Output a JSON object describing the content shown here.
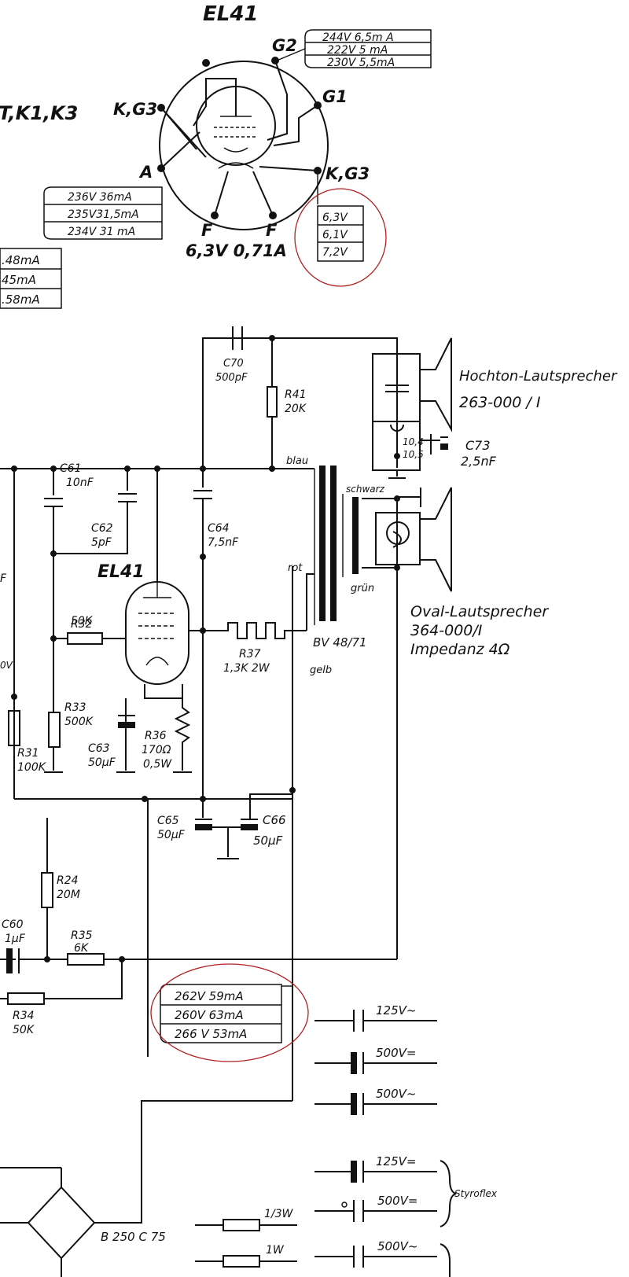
{
  "tube_pinout": {
    "title": "EL41",
    "left_label": "T,K1,K3",
    "pins": {
      "g2": "G2",
      "g1": "G1",
      "kg3_left": "K,G3",
      "kg3_right": "K,G3",
      "a": "A",
      "f_left": "F",
      "f_right": "F"
    },
    "heater": "6,3V 0,71A",
    "g2_readings": [
      "244V 6,5m A",
      "222V   5 mA",
      "230V  5,5mA"
    ],
    "anode_readings": [
      "236V 36mA",
      "235V31,5mA",
      "234V  31 mA"
    ],
    "cathode_readings": [
      "6,3V",
      "6,1V",
      "7,2V"
    ],
    "left_partial": [
      ".48mA",
      "45mA",
      ".58mA"
    ]
  },
  "components": {
    "c70": "C70",
    "c70_val": "500pF",
    "r41": "R41",
    "r41_val": "20K",
    "c61": "C61",
    "c61_val": "10nF",
    "c62": "C62",
    "c62_val": "5pF",
    "c64": "C64",
    "c64_val": "7,5nF",
    "tube": "EL41",
    "r32": "R32",
    "r32_val": "50K",
    "r37": "R37",
    "r37_val": "1,3K 2W",
    "r33": "R33",
    "r33_val": "500K",
    "r31": "R31",
    "r31_val": "100K",
    "c63": "C63",
    "c63_val": "50µF",
    "r36": "R36",
    "r36_val1": "170Ω",
    "r36_val2": "0,5W",
    "c65": "C65",
    "c65_val": "50µF",
    "c66": "C66",
    "c66_val": "50µF",
    "r24": "R24",
    "r24_val": "20M",
    "c60": "C60",
    "c60_val": "1µF",
    "r35": "R35",
    "r35_val": "6K",
    "r34": "R34",
    "r34_val": "50K",
    "c73": "C73",
    "c73_val": "2,5nF",
    "c73_a": "10,4",
    "c73_b": "10,5",
    "rect": "B 250 C 75",
    "left_f": "F",
    "left_ov": "0V"
  },
  "transformer": {
    "blau": "blau",
    "schwarz": "schwarz",
    "rot": "rot",
    "gruen": "grün",
    "gelb": "gelb",
    "type": "BV 48/71"
  },
  "speakers": {
    "hochton_name": "Hochton-Lautsprecher",
    "hochton_num": "263-000 / I",
    "oval_name": "Oval-Lautsprecher",
    "oval_num": "364-000/I",
    "impedance": "Impedanz  4Ω"
  },
  "supply_readings": [
    "262V 59mA",
    "260V  63mA",
    "266 V  53mA"
  ],
  "legend": {
    "cap_rows": [
      "125V~",
      "500V=",
      "500V~",
      "125V=",
      "500V=",
      "500V~"
    ],
    "styroflex": "Styroflex",
    "res_rows": [
      "1/3W",
      "1W"
    ]
  }
}
